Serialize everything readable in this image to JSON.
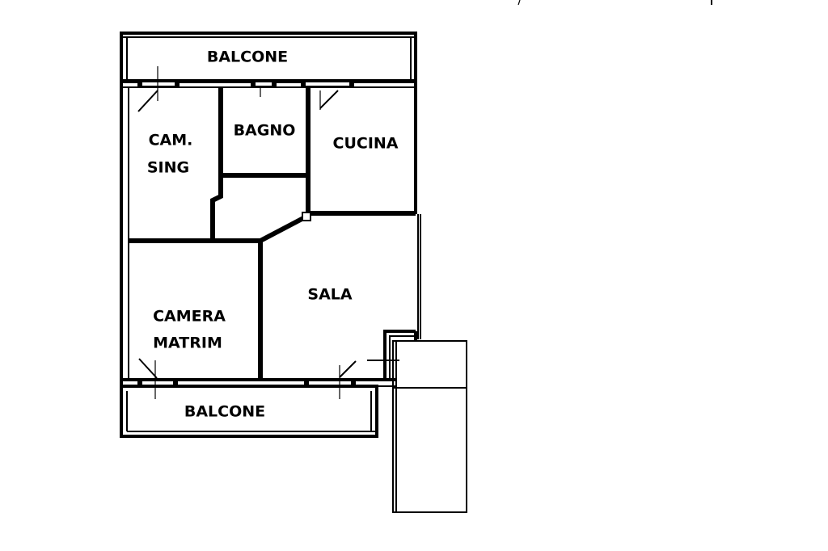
{
  "floorplan": {
    "rooms": {
      "balcone_top": "BALCONE",
      "cam_sing_line1": "CAM.",
      "cam_sing_line2": "SING",
      "bagno": "BAGNO",
      "cucina": "CUCINA",
      "sala": "SALA",
      "camera_line1": "CAMERA",
      "camera_line2": "MATRIM",
      "balcone_bottom": "BALCONE"
    }
  }
}
